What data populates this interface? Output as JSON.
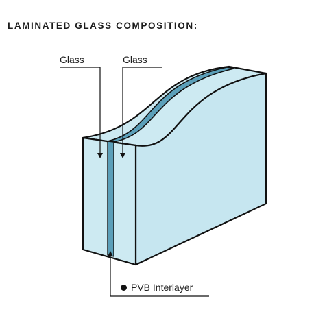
{
  "title": "LAMINATED GLASS COMPOSITION:",
  "labels": {
    "glass_left": "Glass",
    "glass_right": "Glass",
    "interlayer": "PVB Interlayer"
  },
  "colors": {
    "glass_fill": "#cdeaf2",
    "interlayer_fill": "#5b9fb9",
    "outline": "#111111",
    "text": "#1c1c1c"
  }
}
